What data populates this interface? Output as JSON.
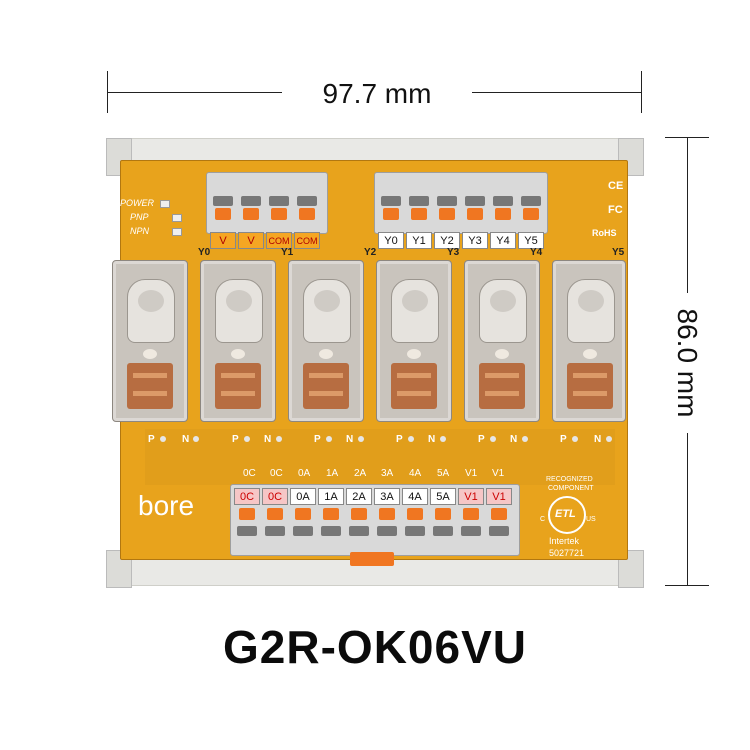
{
  "dimensions": {
    "width": "97.7 mm",
    "height": "86.0 mm"
  },
  "model": "G2R-OK06VU",
  "brand": "bore",
  "indicators": [
    "POWER",
    "PNP",
    "NPN"
  ],
  "marks": {
    "ce": "CE",
    "fc": "FC",
    "rohs": "RoHS"
  },
  "certification": {
    "top": "RECOGNIZED",
    "sub": "COMPONENT",
    "mark": "ETL",
    "c": "C",
    "us": "US",
    "intertek": "Intertek",
    "number": "5027721"
  },
  "top_left_terminals": [
    "V",
    "V",
    "COM",
    "COM"
  ],
  "top_right_terminals": [
    "Y0",
    "Y1",
    "Y2",
    "Y3",
    "Y4",
    "Y5"
  ],
  "relay_labels": [
    "Y0",
    "Y1",
    "Y2",
    "Y3",
    "Y4",
    "Y5"
  ],
  "pn_labels": [
    "P",
    "N"
  ],
  "bottom_silk_labels": [
    "0C",
    "0C",
    "0A",
    "1A",
    "2A",
    "3A",
    "4A",
    "5A",
    "V1",
    "V1"
  ],
  "bottom_terminals": [
    "0C",
    "0C",
    "0A",
    "1A",
    "2A",
    "3A",
    "4A",
    "5A",
    "V1",
    "V1"
  ]
}
